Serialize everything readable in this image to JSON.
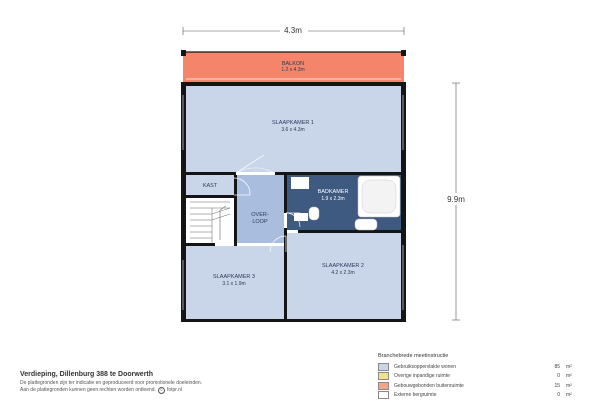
{
  "dimensions": {
    "width_label": "4.3m",
    "height_label": "9.9m"
  },
  "rooms": {
    "balkon": {
      "name": "BALKON",
      "size": "1.2 x 4.3m"
    },
    "slaapkamer1": {
      "name": "SLAAPKAMER 1",
      "size": "3.6 x 4.3m"
    },
    "kast": {
      "name": "KAST"
    },
    "badkamer": {
      "name": "BADKAMER",
      "size": "1.9 x 2.3m"
    },
    "overloop": {
      "line1": "OVER-",
      "line2": "LOOP"
    },
    "slaapkamer3": {
      "name": "SLAAPKAMER 3",
      "size": "3.1 x 1.9m"
    },
    "slaapkamer2": {
      "name": "SLAAPKAMER 2",
      "size": "4.2 x 2.3m"
    }
  },
  "footer": {
    "title": "Verdieping, Dillenburg 388 te Doorwerth",
    "disclaimer_line1": "De plattegronden zijn ter indicatie en geproduceerd voor promotionele doeleinden.",
    "disclaimer_line2": "Aan de plattegronden kunnen geen rechten worden ontleend.",
    "brand": "fotpr.nl"
  },
  "legend": {
    "heading": "Branchebrede meetinstructie",
    "items": [
      {
        "label": "Gebruiksoppervlakte wonen",
        "value": "85",
        "unit": "m²",
        "color": "#c9d6ea"
      },
      {
        "label": "Overige inpandige ruimte",
        "value": "0",
        "unit": "m²",
        "color": "#f3e08a"
      },
      {
        "label": "Gebouwgebonden buitenruimte",
        "value": "15",
        "unit": "m²",
        "color": "#f4a58a"
      },
      {
        "label": "Externe bergruimte",
        "value": "0",
        "unit": "m²",
        "color": "#ffffff"
      }
    ]
  },
  "colors": {
    "room_fill": "#c9d6ea",
    "bath_fill": "#3f5a80",
    "overloop_fill": "#a9bede",
    "balkon_fill": "#f4856a",
    "wall": "#151515"
  }
}
